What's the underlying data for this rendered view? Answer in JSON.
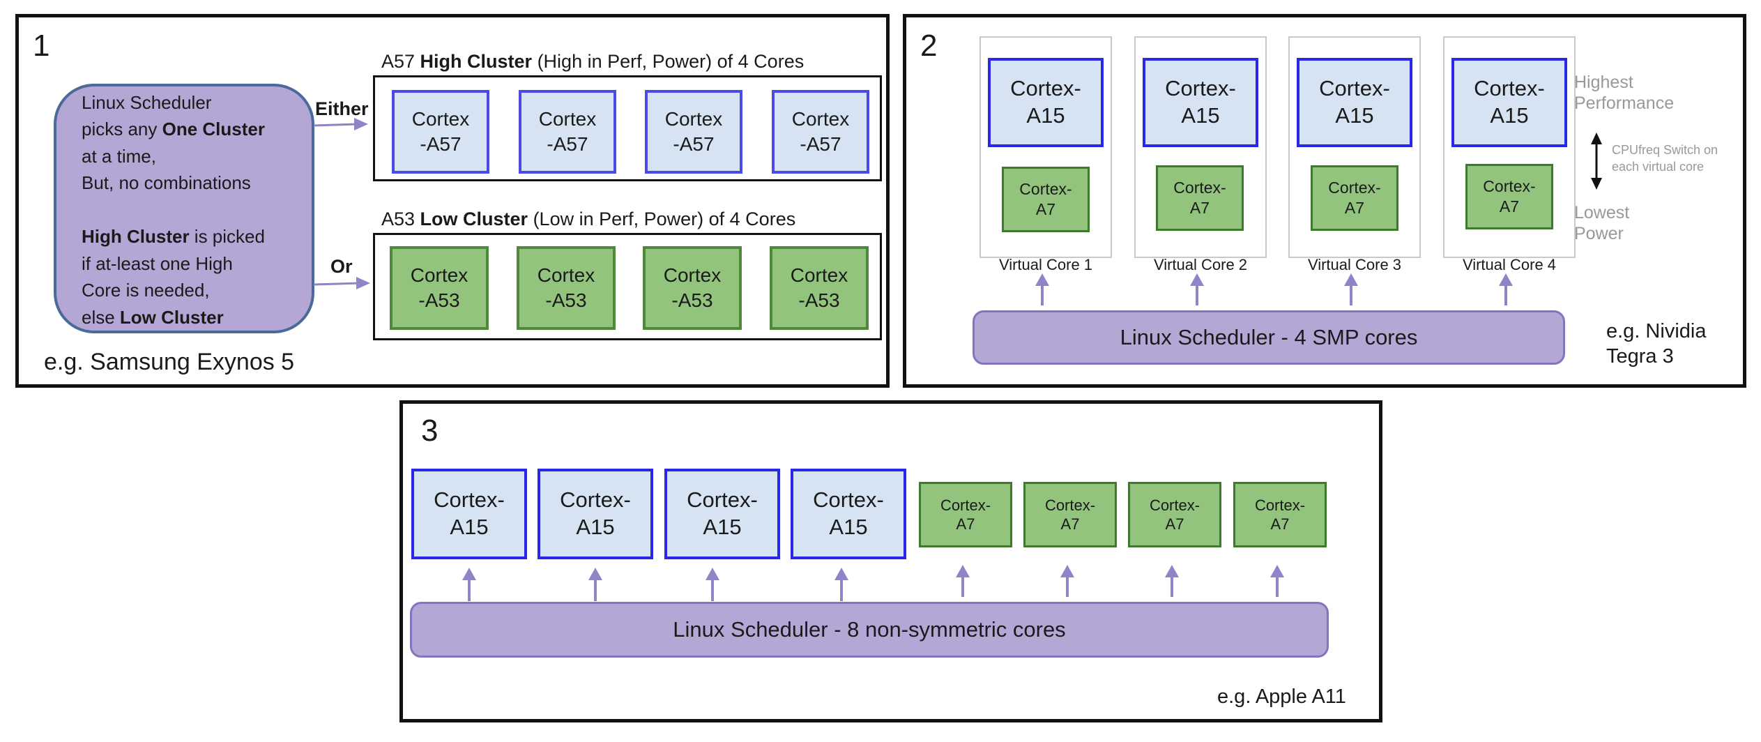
{
  "panel1": {
    "number": "1",
    "scheduler_lines": [
      {
        "pre": "Linux Scheduler",
        "bold": "",
        "post": ""
      },
      {
        "pre": "picks any ",
        "bold": "One Cluster",
        "post": ""
      },
      {
        "pre": "at a time,",
        "bold": "",
        "post": ""
      },
      {
        "pre": "But, no combinations",
        "bold": "",
        "post": ""
      },
      {
        "pre": "",
        "bold": "",
        "post": ""
      },
      {
        "pre": "",
        "bold": "High Cluster",
        "post": " is picked"
      },
      {
        "pre": "if at-least one High",
        "bold": "",
        "post": ""
      },
      {
        "pre": "Core is needed,",
        "bold": "",
        "post": ""
      },
      {
        "pre": "else ",
        "bold": "Low Cluster",
        "post": ""
      }
    ],
    "either_label": "Either",
    "or_label": "Or",
    "high_cluster": {
      "title_pre": "A57 ",
      "title_bold": "High Cluster",
      "title_post": " (High in Perf, Power) of 4 Cores",
      "cores": [
        {
          "l1": "Cortex",
          "l2": "-A57"
        },
        {
          "l1": "Cortex",
          "l2": "-A57"
        },
        {
          "l1": "Cortex",
          "l2": "-A57"
        },
        {
          "l1": "Cortex",
          "l2": "-A57"
        }
      ]
    },
    "low_cluster": {
      "title_pre": "A53 ",
      "title_bold": "Low Cluster",
      "title_post": " (Low in Perf, Power) of 4 Cores",
      "cores": [
        {
          "l1": "Cortex",
          "l2": "-A53"
        },
        {
          "l1": "Cortex",
          "l2": "-A53"
        },
        {
          "l1": "Cortex",
          "l2": "-A53"
        },
        {
          "l1": "Cortex",
          "l2": "-A53"
        }
      ]
    },
    "example": "e.g. Samsung Exynos 5"
  },
  "panel2": {
    "number": "2",
    "virtual_cores": [
      {
        "big_l1": "Cortex-",
        "big_l2": "A15",
        "small_l1": "Cortex-",
        "small_l2": "A7",
        "label": "Virtual Core 1"
      },
      {
        "big_l1": "Cortex-",
        "big_l2": "A15",
        "small_l1": "Cortex-",
        "small_l2": "A7",
        "label": "Virtual Core 2"
      },
      {
        "big_l1": "Cortex-",
        "big_l2": "A15",
        "small_l1": "Cortex-",
        "small_l2": "A7",
        "label": "Virtual Core 3"
      },
      {
        "big_l1": "Cortex-",
        "big_l2": "A15",
        "small_l1": "Cortex-",
        "small_l2": "A7",
        "label": "Virtual Core 4"
      }
    ],
    "highest_l1": "Highest",
    "highest_l2": "Performance",
    "cpufreq_l1": "CPUfreq Switch on",
    "cpufreq_l2": "each virtual core",
    "lowest_l1": "Lowest",
    "lowest_l2": "Power",
    "scheduler": "Linux Scheduler - 4 SMP cores",
    "example_l1": "e.g. Nividia",
    "example_l2": "Tegra 3"
  },
  "panel3": {
    "number": "3",
    "big_cores": [
      {
        "l1": "Cortex-",
        "l2": "A15"
      },
      {
        "l1": "Cortex-",
        "l2": "A15"
      },
      {
        "l1": "Cortex-",
        "l2": "A15"
      },
      {
        "l1": "Cortex-",
        "l2": "A15"
      }
    ],
    "small_cores": [
      {
        "l1": "Cortex-",
        "l2": "A7"
      },
      {
        "l1": "Cortex-",
        "l2": "A7"
      },
      {
        "l1": "Cortex-",
        "l2": "A7"
      },
      {
        "l1": "Cortex-",
        "l2": "A7"
      }
    ],
    "scheduler": "Linux Scheduler - 8 non-symmetric cores",
    "example": "e.g. Apple A11"
  },
  "colors": {
    "big_core_fill": "#d5e3f2",
    "big_core_border": "#2828e6",
    "small_core_fill": "#93c47d",
    "small_core_border": "#3e7a2d",
    "scheduler_fill": "#b4a7d6",
    "arrow": "#8f84c8"
  }
}
